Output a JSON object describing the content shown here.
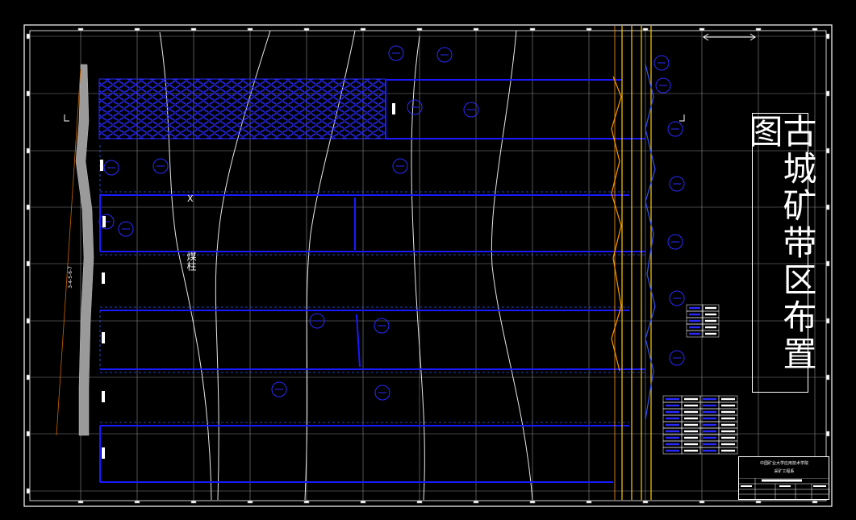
{
  "title": "古城矿带区布置图",
  "title_block": {
    "line1": "中国矿业大学应用技术学院",
    "line2": "采矿工程系"
  },
  "labels": {
    "cross_mark": "X",
    "coal_label": "煤柱",
    "left_road": "3-4-5-6-7"
  },
  "colors": {
    "background": "#000000",
    "frame": "#ffffff",
    "roadway": "#1a1aff",
    "goaf": "#2222cc",
    "orange": "#ff9900",
    "yellow": "#ffcc00",
    "road_gray": "#a0a0a0"
  }
}
